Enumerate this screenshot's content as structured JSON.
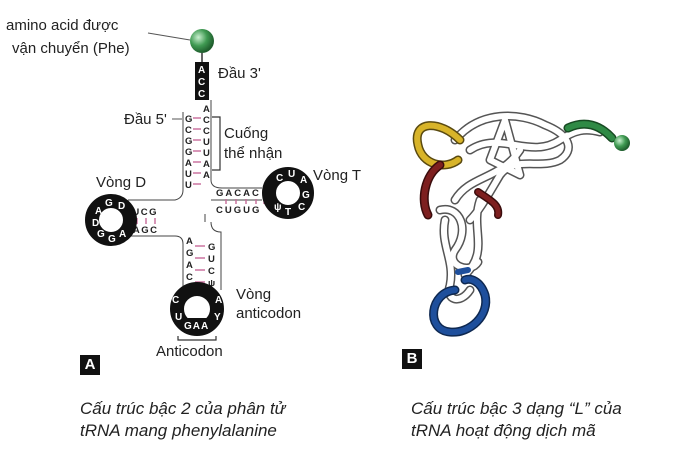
{
  "panel_a": {
    "badge": "A",
    "amino_label_line1": "amino acid được",
    "amino_label_line2": "vận chuyển (Phe)",
    "end3_label": "Đầu 3'",
    "end5_label": "Đầu 5'",
    "acceptor_label_line1": "Cuống",
    "acceptor_label_line2": "thể nhận",
    "dloop_label": "Vòng D",
    "tloop_label": "Vòng T",
    "anticodon_loop_line1": "Vòng",
    "anticodon_loop_line2": "anticodon",
    "anticodon_label": "Anticodon",
    "caption_line1": "Cấu trúc bậc 2 của phân tử",
    "caption_line2": "tRNA mang phenylalanine",
    "acceptor_tail": [
      "A",
      "C",
      "C"
    ],
    "acceptor_3_strand": [
      "A",
      "C",
      "C",
      "U",
      "U",
      "A",
      "A"
    ],
    "acceptor_5_strand": [
      "G",
      "C",
      "G",
      "G",
      "A",
      "U",
      "U"
    ],
    "d_arm_text": "CUCG",
    "d_arm_pair": "GAGC",
    "d_loop": [
      "D",
      "G",
      "A",
      "D",
      "G",
      "G",
      "A"
    ],
    "t_arm_top": "GACAC",
    "t_arm_bottom": "CUGUG",
    "t_loop": [
      "C",
      "U",
      "A",
      "G",
      "C",
      "T",
      "ψ"
    ],
    "anticodon_stem_left": [
      "A",
      "G",
      "A",
      "C",
      "C"
    ],
    "anticodon_stem_right": [
      "G",
      "U",
      "C",
      "ψ"
    ],
    "anticodon_loop": [
      "C",
      "U",
      "A",
      "Y"
    ],
    "anticodon": "GAA"
  },
  "panel_b": {
    "badge": "B",
    "caption_line1": "Cấu trúc bậc 3 dạng “L” của",
    "caption_line2": "tRNA hoạt động dịch mã"
  },
  "colors": {
    "amino_ball": "#3f9a52",
    "loop_black": "#111111",
    "pair_pink": "#c86a9a",
    "ribbon_yellow": "#d8b429",
    "ribbon_red": "#7d1f1f",
    "ribbon_blue": "#1e4f9c",
    "ribbon_green": "#2f8a45"
  }
}
